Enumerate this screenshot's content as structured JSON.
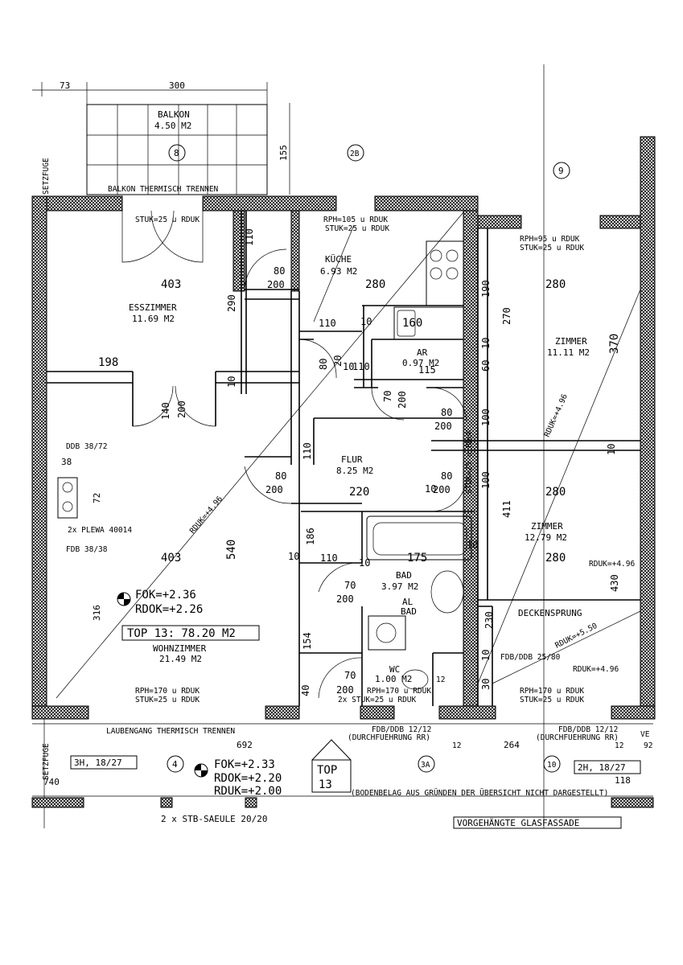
{
  "rooms": {
    "balkon": {
      "name": "BALKON",
      "area": "4.50 M2",
      "note": "BALKON THERMISCH TRENNEN"
    },
    "kueche": {
      "name": "KÜCHE",
      "area": "6.93 M2"
    },
    "esszimmer": {
      "name": "ESSZIMMER",
      "area": "11.69 M2"
    },
    "ar": {
      "name": "AR",
      "area": "0.97 M2"
    },
    "flur": {
      "name": "FLUR",
      "area": "8.25 M2"
    },
    "bad": {
      "name": "BAD",
      "area": "3.97 M2",
      "al": "AL",
      "al_bad": "BAD"
    },
    "wc": {
      "name": "WC",
      "area": "1.00 M2"
    },
    "wohnzimmer": {
      "name": "WOHNZIMMER",
      "area": "21.49 M2"
    },
    "zimmer1": {
      "name": "ZIMMER",
      "area": "11.11 M2"
    },
    "zimmer2": {
      "name": "ZIMMER",
      "area": "12.79 M2"
    }
  },
  "top_label": "TOP 13: 78.20 M2",
  "top_box": {
    "line1": "TOP",
    "line2": "13"
  },
  "levels": {
    "inner_fok": "FOK=+2.36",
    "inner_rdok": "RDOK=+2.26",
    "outer_fok": "FOK=+2.33",
    "outer_rdok": "RDOK=+2.20",
    "outer_rduk": "RDUK=+2.00"
  },
  "axes": [
    "8",
    "2B",
    "9",
    "4",
    "3A",
    "10"
  ],
  "dimensions": {
    "d73": "73",
    "d300": "300",
    "d155": "155",
    "d403a": "403",
    "d403b": "403",
    "d198": "198",
    "d110a": "110",
    "d80_200a": "80",
    "d200a": "200",
    "d280k": "280",
    "d290": "290",
    "d110b": "110",
    "d10a": "10",
    "d160": "160",
    "d110c": "110",
    "d10b": "10",
    "d115": "115",
    "d80b": "80",
    "d20": "20",
    "d70a": "70",
    "d200b": "200",
    "d80c": "80",
    "d200c": "200",
    "d110d": "110",
    "d80d": "80",
    "d200d": "200",
    "d220": "220",
    "d80e": "80",
    "d10c": "10",
    "d200e": "200",
    "d140": "140",
    "d200f": "200",
    "d10d": "10",
    "d540": "540",
    "d186": "186",
    "d10e": "10",
    "d110e": "110",
    "d10f": "10",
    "d175": "175",
    "d70b": "70",
    "d200g": "200",
    "d154": "154",
    "d70c": "70",
    "d200h": "200",
    "d40": "40",
    "d316": "316",
    "d72": "72",
    "d38": "38",
    "d692": "692",
    "d264": "264",
    "d280z1": "280",
    "d370": "370",
    "d190": "190",
    "d270": "270",
    "d60": "60",
    "d10g": "10",
    "d100a": "100",
    "d100b": "100",
    "d280z2": "280",
    "d280z3": "280",
    "d411": "411",
    "d430": "430",
    "d230": "230",
    "d30": "30",
    "d10h": "10",
    "d10i": "10",
    "d118": "118",
    "d740": "740",
    "d10j": "10"
  },
  "notes": {
    "stuk_top": "STUK=25 u RDUK",
    "rph105": "RPH=105 u RDUK",
    "stuk_k": "STUK=25 u RDUK",
    "rph95": "RPH=95 u RDUK",
    "stuk_z": "STUK=25 u RDUK",
    "ddb": "DDB 38/72",
    "fdb": "FDB 38/38",
    "plewa": "2x PLEWA 40014",
    "rduk_diag1": "RDUK=+4.96",
    "rduk_diag2": "RDUK=+4.96",
    "rduk_r": "RDUK=+4.96",
    "rduk_550": "RDUK=+5.50",
    "rduk_r2": "RDUK=+4.96",
    "deckensprung": "DECKENSPRUNG",
    "fdb_ddb": "FDB/DDB 25/80",
    "rph170a": "RPH=170 u RDUK",
    "stuk_a": "STUK=25 u RDUK",
    "rph170b": "RPH=170 u RDUK",
    "stuk_b": "2x STUK=25 u RDUK",
    "rph170c": "RPH=170 u RDUK",
    "stuk_c": "STUK=25 u RDUK",
    "stuk_flur": "STUK=25 u RDUK",
    "laubengang": "LAUBENGANG THERMISCH TRENNEN",
    "fdb_ddb2": "FDB/DDB 12/12",
    "durch1": "(DURCHFUEHRUNG RR)",
    "fdb_ddb3": "FDB/DDB 12/12",
    "durch2": "(DURCHFUEHRUNG RR)",
    "bodenbelag": "(BODENBELAG AUS GRÜNDEN DER ÜBERSICHT NICHT DARGESTELLT)",
    "stb": "2 x STB-SAEULE 20/20",
    "glas": "VORGEHÄNGTE GLASFASSADE",
    "setzfuge": "SETZFUGE",
    "setzfuge2": "SETZFUGE",
    "h3": "3H, 18/27",
    "h2": "2H, 18/27",
    "ve": "VE",
    "n92": "92",
    "n12a": "12",
    "n12b": "12",
    "n12c": "12"
  }
}
